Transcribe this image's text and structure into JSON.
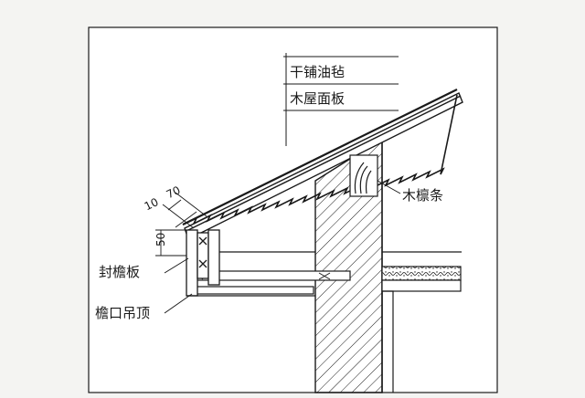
{
  "labels": {
    "dry_felt": "干铺油毡",
    "wood_roof_board": "木屋面板",
    "wood_purlin": "木檩条",
    "fascia_board": "封檐板",
    "eave_soffit": "檐口吊顶"
  },
  "dimensions": {
    "d10": "10",
    "d70": "70",
    "d50": "50"
  },
  "colors": {
    "line": "#1a1a1a",
    "background": "#f4f4f2"
  }
}
